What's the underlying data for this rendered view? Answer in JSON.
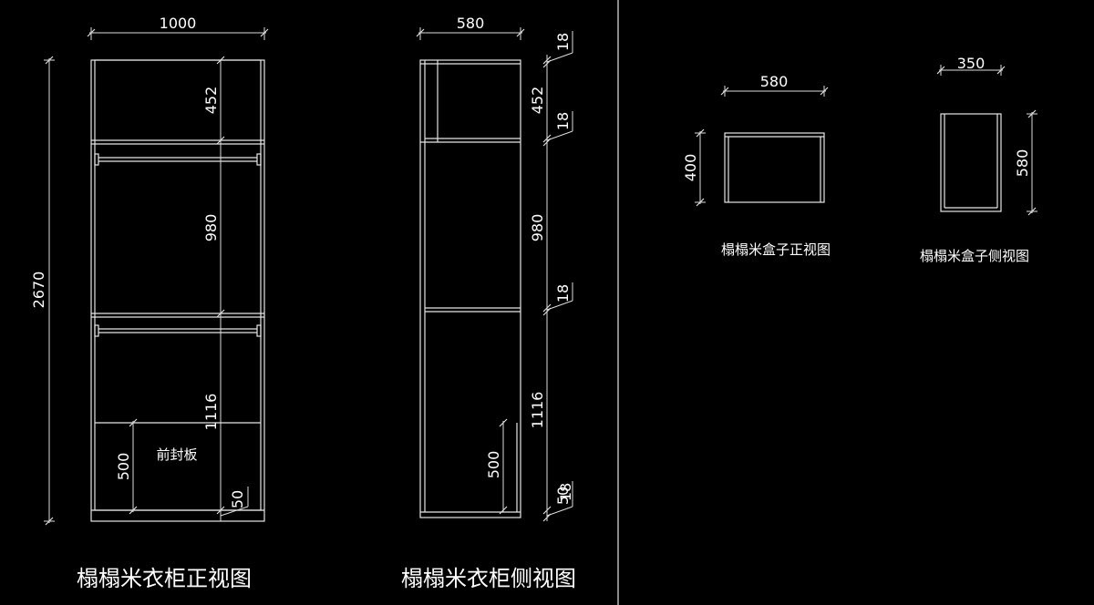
{
  "colors": {
    "background": "#000000",
    "lines": "#e6e6e6"
  },
  "wardrobe_front": {
    "title": "榻榻米衣柜正视图",
    "width": "1000",
    "height": "2670",
    "top_compartment": "452",
    "middle_compartment": "980",
    "lower_compartment": "1116",
    "front_panel_height": "500",
    "base": "50",
    "front_panel_label": "前封板"
  },
  "wardrobe_side": {
    "title": "榻榻米衣柜侧视图",
    "depth": "580",
    "top_board": "18",
    "top_compartment": "452",
    "shelf_1": "18",
    "middle_compartment": "980",
    "shelf_2": "18",
    "lower_compartment": "1116",
    "front_panel_height": "500",
    "bottom_a": "50",
    "bottom_b": "18"
  },
  "box_front": {
    "title": "榻榻米盒子正视图",
    "width": "580",
    "height": "400"
  },
  "box_side": {
    "title": "榻榻米盒子侧视图",
    "width": "350",
    "height": "580"
  }
}
